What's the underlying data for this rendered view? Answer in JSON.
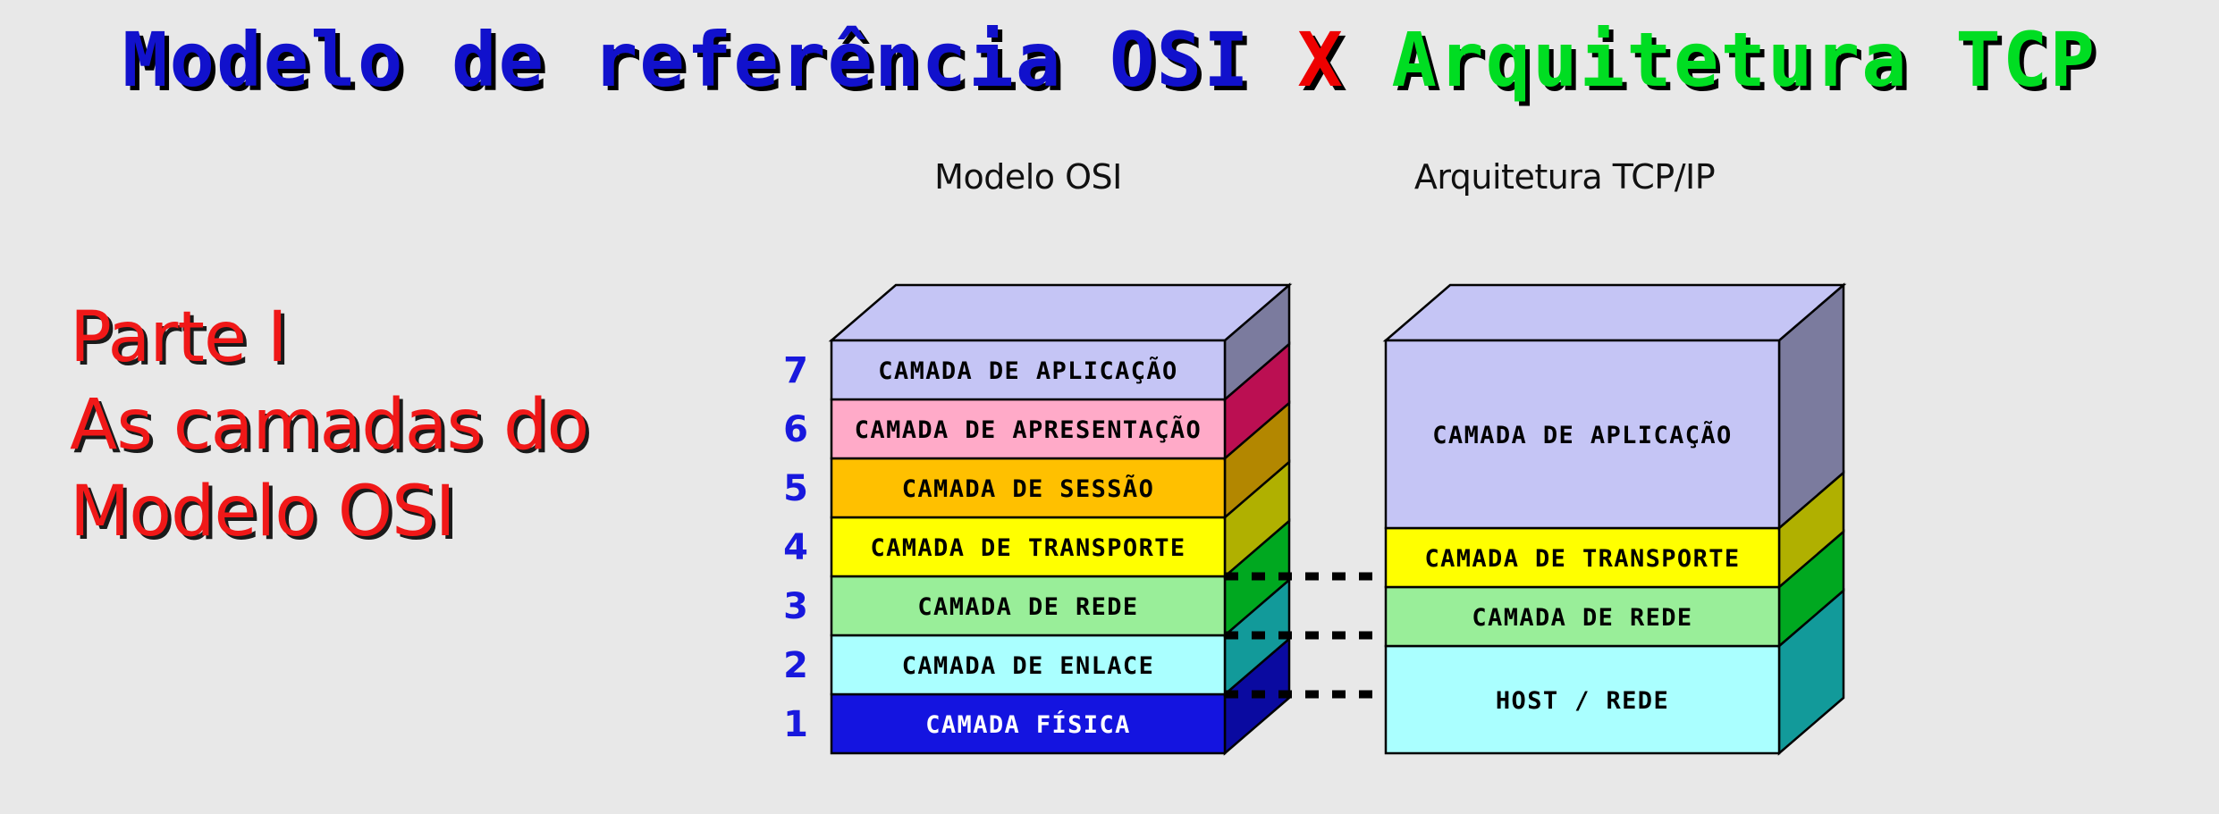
{
  "slide": {
    "background_color": "#e8e8e8"
  },
  "title": {
    "segments": [
      {
        "text": "Modelo de referência OSI ",
        "color": "#1111cc"
      },
      {
        "text": "X",
        "color": "#ee0000"
      },
      {
        "text": " Arquitetura TCP",
        "color": "#00dd22"
      }
    ],
    "full_text": "Modelo de referência OSI X Arquitetura TCP",
    "shadow_color": "#000000"
  },
  "subtitle": {
    "color": "#f01818",
    "shadow_color": "#1a1a1a",
    "lines": [
      "Parte I",
      "As camadas do",
      "Modelo OSI"
    ]
  },
  "diagram": {
    "osi": {
      "title": "Modelo OSI",
      "layers": [
        {
          "number": "7",
          "label": "CAMADA DE APLICAÇÃO",
          "top": "#c5c5f5",
          "side": "#7b7b9e",
          "text": "#000000"
        },
        {
          "number": "6",
          "label": "CAMADA DE APRESENTAÇÃO",
          "top": "#ffaac8",
          "side": "#bb0f52",
          "text": "#000000"
        },
        {
          "number": "5",
          "label": "CAMADA DE SESSÃO",
          "top": "#ffc000",
          "side": "#b38700",
          "text": "#000000"
        },
        {
          "number": "4",
          "label": "CAMADA DE TRANSPORTE",
          "top": "#ffff00",
          "side": "#b0b000",
          "text": "#000000"
        },
        {
          "number": "3",
          "label": "CAMADA DE REDE",
          "top": "#99ee99",
          "side": "#00a820",
          "text": "#000000"
        },
        {
          "number": "2",
          "label": "CAMADA DE ENLACE",
          "top": "#aaffff",
          "side": "#129a9a",
          "text": "#000000"
        },
        {
          "number": "1",
          "label": "CAMADA FÍSICA",
          "top": "#1414e0",
          "side": "#0a0aa0",
          "text": "#ffffff"
        }
      ]
    },
    "tcpip": {
      "title": "Arquitetura TCP/IP",
      "layers": [
        {
          "label": "CAMADA DE APLICAÇÃO",
          "top": "#c5c5f5",
          "side": "#7b7b9e",
          "text": "#000000"
        },
        {
          "label": "CAMADA DE TRANSPORTE",
          "top": "#ffff00",
          "side": "#b0b000",
          "text": "#000000"
        },
        {
          "label": "CAMADA DE REDE",
          "top": "#99ee99",
          "side": "#00a820",
          "text": "#000000"
        },
        {
          "label": "HOST / REDE",
          "top": "#aaffff",
          "side": "#129a9a",
          "text": "#000000"
        }
      ]
    },
    "connectors": [
      {
        "from_layer": "4",
        "to_layer": "CAMADA DE TRANSPORTE"
      },
      {
        "from_layer": "3",
        "to_layer": "CAMADA DE REDE"
      },
      {
        "from_layer": "2",
        "to_layer": "HOST / REDE"
      }
    ]
  }
}
